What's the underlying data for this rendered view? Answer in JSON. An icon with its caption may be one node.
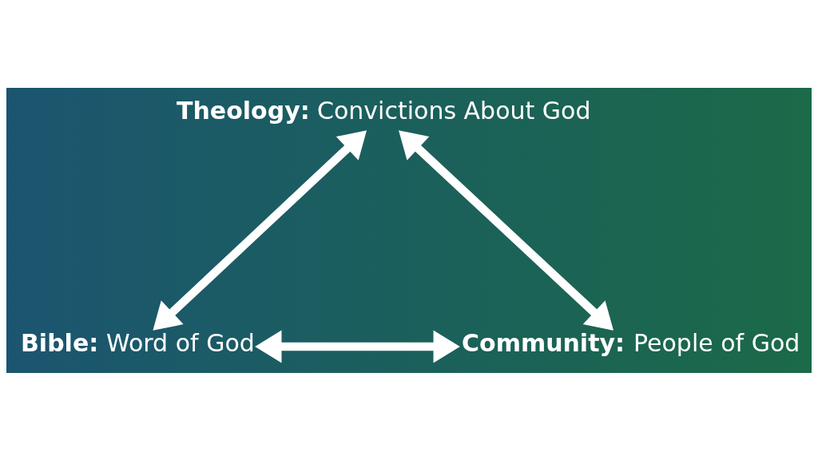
{
  "diagram": {
    "nodes": [
      {
        "text": [
          "**Theology:** Convictions About God"
        ]
      },
      {
        "text": [
          "**Bible:** Word of God"
        ]
      },
      {
        "text": [
          "**Community:** People of God"
        ]
      }
    ],
    "edges": [
      {
        "from": 0,
        "to": 1,
        "arrow": "both"
      },
      {
        "from": 0,
        "to": 2,
        "arrow": "both"
      },
      {
        "from": 1,
        "to": 2,
        "arrow": "both"
      }
    ]
  }
}
